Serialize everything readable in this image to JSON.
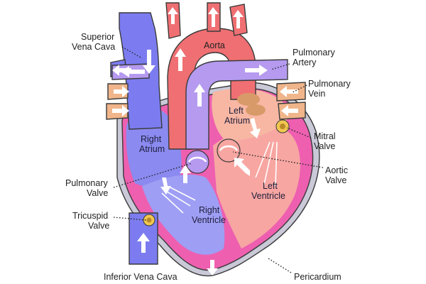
{
  "diagram": {
    "labels": {
      "superior_vena_cava": [
        "Superior",
        "Vena Cava"
      ],
      "aorta": "Aorta",
      "pulmonary_artery": [
        "Pulmonary",
        "Artery"
      ],
      "pulmonary_vein": [
        "Pulmonary",
        "Vein"
      ],
      "left_atrium": [
        "Left",
        "Atrium"
      ],
      "right_atrium": [
        "Right",
        "Atrium"
      ],
      "mitral_valve": [
        "Mitral",
        "Valve"
      ],
      "aortic_valve": [
        "Aortic",
        "Valve"
      ],
      "pulmonary_valve": [
        "Pulmonary",
        "Valve"
      ],
      "left_ventricle": [
        "Left",
        "Ventricle"
      ],
      "right_ventricle": [
        "Right",
        "Ventricle"
      ],
      "tricuspid_valve": [
        "Tricuspid",
        "Valve"
      ],
      "inferior_vena_cava": "Inferior Vena Cava",
      "pericardium": "Pericardium"
    },
    "colors": {
      "deoxygenated": "#8a8af0",
      "deoxygenated_dark": "#6c6ce0",
      "oxygenated": "#ef6f72",
      "pulmonary_artery": "#b59af0",
      "pulmonary_vein": "#f0b58a",
      "heart_wall": "#ee5fb0",
      "left_chamber": "#f7a6a2",
      "pericardium": "#b8b8c8"
    }
  }
}
